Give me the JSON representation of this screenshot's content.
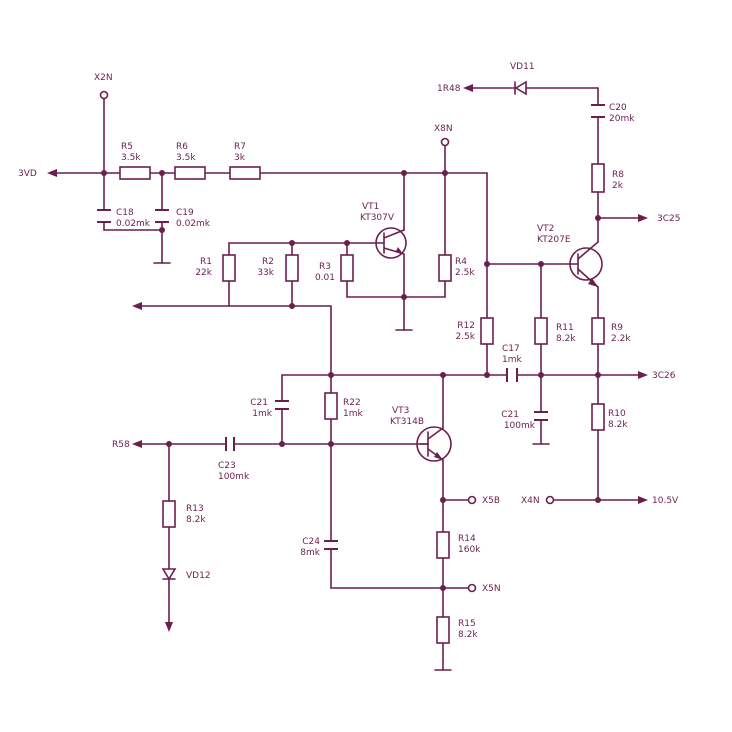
{
  "colors": {
    "ink": "#6b1f4f",
    "background": "#ffffff"
  },
  "connectors": {
    "x2n": "X2N",
    "x8n": "X8N",
    "out_3vd": "3VD",
    "out_1r48": "1R48",
    "out_3c25": "3C25",
    "out_3c26": "3C26",
    "x4n": "X4N",
    "v10_5": "10.5V",
    "r58": "R58",
    "x5b": "X5B",
    "x5n": "X5N"
  },
  "components": {
    "r5": {
      "ref": "R5",
      "value": "3.5k"
    },
    "r6": {
      "ref": "R6",
      "value": "3.5k"
    },
    "r7": {
      "ref": "R7",
      "value": "3k"
    },
    "c18": {
      "ref": "C18",
      "value": "0.02mk"
    },
    "c19": {
      "ref": "C19",
      "value": "0.02mk"
    },
    "r1": {
      "ref": "R1",
      "value": "22k"
    },
    "r2": {
      "ref": "R2",
      "value": "33k"
    },
    "r3": {
      "ref": "R3",
      "value": "0.01"
    },
    "r4": {
      "ref": "R4",
      "value": "2.5k"
    },
    "vt1": {
      "ref": "VT1",
      "value": "KT307V"
    },
    "vd11": {
      "ref": "VD11"
    },
    "c20": {
      "ref": "C20",
      "value": "20mk"
    },
    "r8": {
      "ref": "R8",
      "value": "2k"
    },
    "vt2": {
      "ref": "VT2",
      "value": "KT207E"
    },
    "r12": {
      "ref": "R12",
      "value": "2.5k"
    },
    "c17": {
      "ref": "C17",
      "value": "1mk"
    },
    "r11": {
      "ref": "R11",
      "value": "8.2k"
    },
    "r9": {
      "ref": "R9",
      "value": "2.2k"
    },
    "c21b": {
      "ref": "C21",
      "value": "100mk"
    },
    "r10": {
      "ref": "R10",
      "value": "8.2k"
    },
    "c21": {
      "ref": "C21",
      "value": "1mk"
    },
    "r22": {
      "ref": "R22",
      "value": "1mk"
    },
    "vt3": {
      "ref": "VT3",
      "value": "KT314B"
    },
    "c23": {
      "ref": "C23",
      "value": "100mk"
    },
    "r13": {
      "ref": "R13",
      "value": "8.2k"
    },
    "vd12": {
      "ref": "VD12"
    },
    "c24": {
      "ref": "C24",
      "value": "8mk"
    },
    "r14": {
      "ref": "R14",
      "value": "160k"
    },
    "r15": {
      "ref": "R15",
      "value": "8.2k"
    }
  }
}
